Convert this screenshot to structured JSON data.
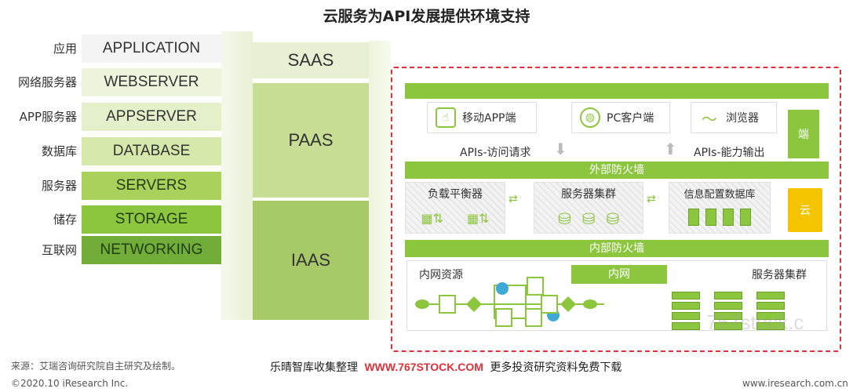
{
  "title": "云服务为API发展提供环境支持",
  "stack": [
    {
      "cn": "应用",
      "en": "APPLICATION",
      "color": "#f4f4f4"
    },
    {
      "cn": "网络服务器",
      "en": "WEBSERVER",
      "color": "#eef5dc"
    },
    {
      "cn": "APP服务器",
      "en": "APPSERVER",
      "color": "#e4f0c9"
    },
    {
      "cn": "数据库",
      "en": "DATABASE",
      "color": "#d6e9aa"
    },
    {
      "cn": "服务器",
      "en": "SERVERS",
      "color": "#a9d15b"
    },
    {
      "cn": "储存",
      "en": "STORAGE",
      "color": "#8cc63f"
    },
    {
      "cn": "互联网",
      "en": "NETWORKING",
      "color": "#72ad3a"
    }
  ],
  "service_models": [
    {
      "label": "SAAS",
      "color": "#e7f0d2"
    },
    {
      "label": "PAAS",
      "color": "#c9de95"
    },
    {
      "label": "IAAS",
      "color": "#a7c968"
    }
  ],
  "clients": [
    {
      "label": "移动APP端",
      "icon": "mobile-touch-icon"
    },
    {
      "label": "PC客户端",
      "icon": "globe-icon"
    },
    {
      "label": "浏览器",
      "icon": "rss-icon"
    }
  ],
  "side_tags": {
    "end": "端",
    "cloud": "云"
  },
  "apis": {
    "request": "APIs-访问请求",
    "output": "APIs-能力输出"
  },
  "firewalls": {
    "external": "外部防火墙",
    "internal": "内部防火墙"
  },
  "cloud_layer": {
    "lb": "负载平衡器",
    "cluster": "服务器集群",
    "config_db": "信息配置数据库"
  },
  "internal": {
    "resources": "内网资源",
    "intranet": "内网",
    "cluster": "服务器集群"
  },
  "watermark": "767stock.c",
  "footer": {
    "source": "来源：艾瑞咨询研究院自主研究及绘制。",
    "promo_a": "乐晴智库收集整理",
    "promo_url": "WWW.767STOCK.COM",
    "promo_b": "更多投资研究资料免费下载",
    "copyright": "©2020.10 iResearch Inc.",
    "site": "www.iresearch.com.cn"
  },
  "colors": {
    "accent": "#8cc63f",
    "border": "#e0303a",
    "cloud_tag": "#f5c400"
  }
}
